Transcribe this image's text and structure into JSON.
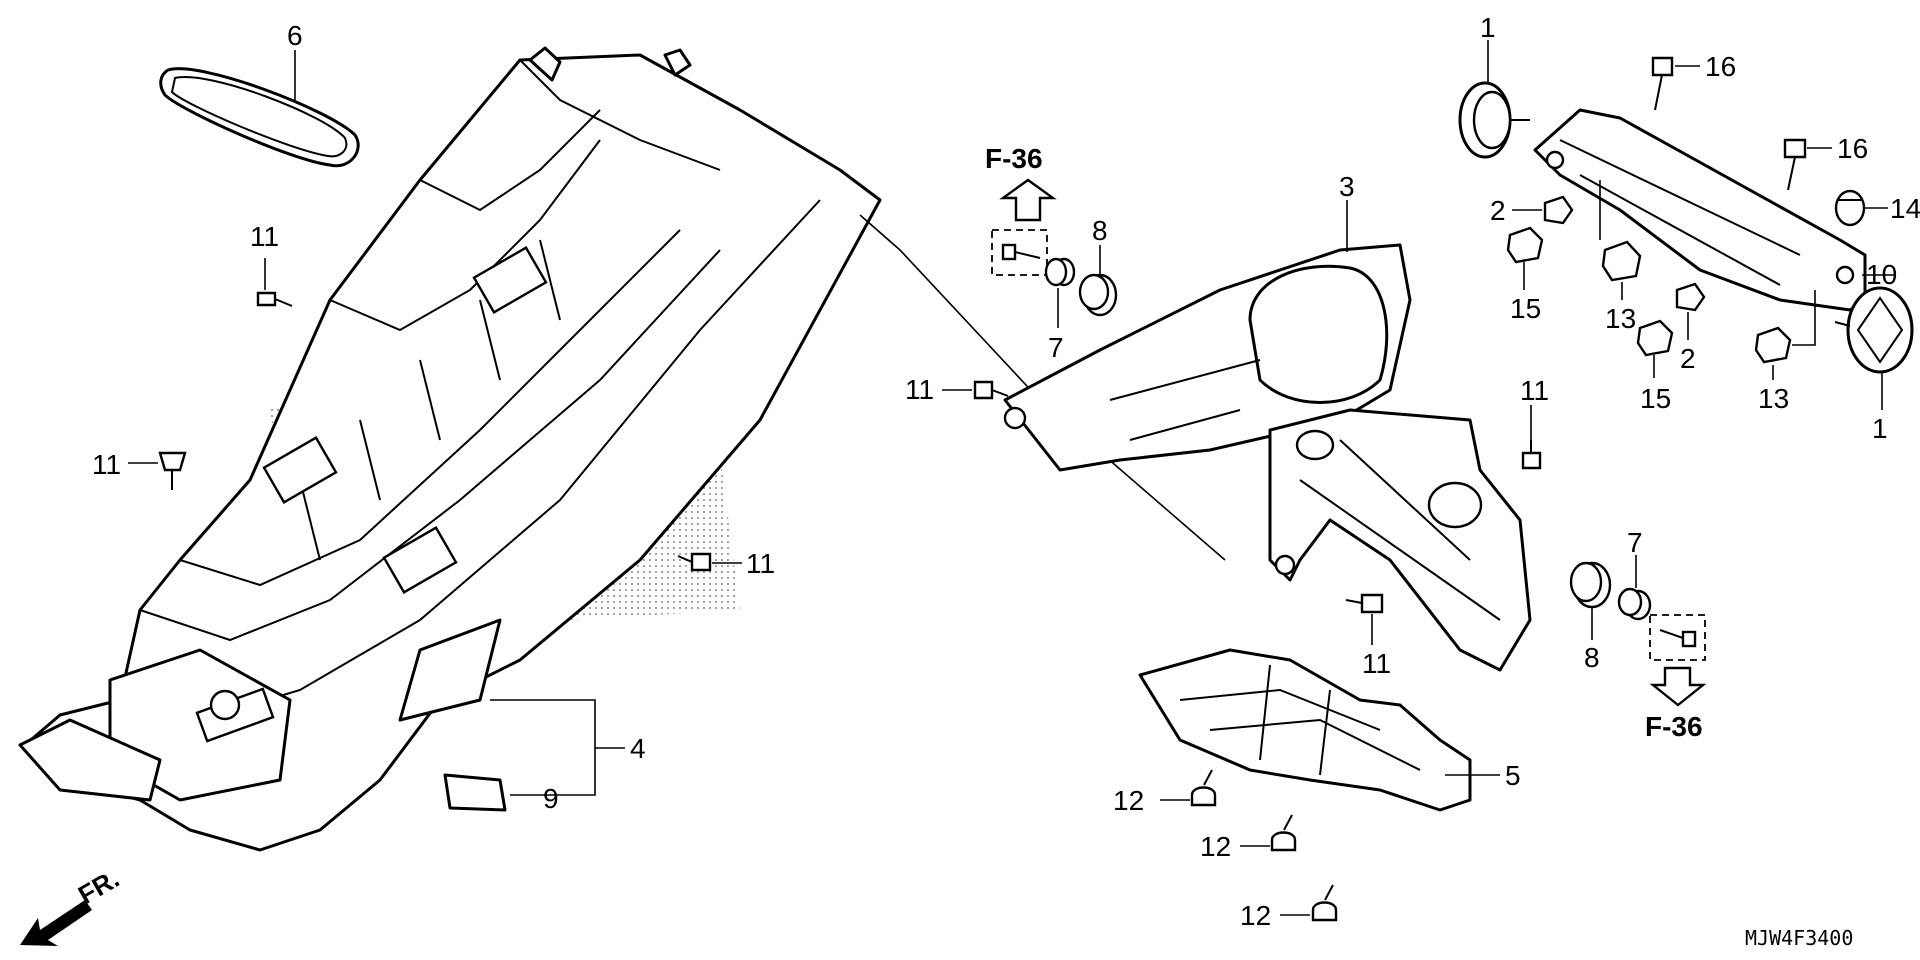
{
  "diagram_code": "MJW4F3400",
  "front_label": "FR.",
  "ref_labels": {
    "top": "F-36",
    "bottom": "F-36"
  },
  "callouts": {
    "c6": "6",
    "c11_a": "11",
    "c11_b": "11",
    "c11_c": "11",
    "c11_d": "11",
    "c11_e": "11",
    "c11_f": "11",
    "c4": "4",
    "c9": "9",
    "c7_a": "7",
    "c8_a": "8",
    "c3": "3",
    "c7_b": "7",
    "c8_b": "8",
    "c5": "5",
    "c12_a": "12",
    "c12_b": "12",
    "c12_c": "12",
    "c1_a": "1",
    "c16_a": "16",
    "c16_b": "16",
    "c2_a": "2",
    "c15_a": "15",
    "c13_a": "13",
    "c2_b": "2",
    "c15_b": "15",
    "c13_b": "13",
    "c14": "14",
    "c10": "10",
    "c1_b": "1"
  },
  "icons": {
    "arrow": "front-arrow-icon",
    "ref_arrow": "reference-arrow-icon",
    "bolt": "bolt-icon"
  }
}
